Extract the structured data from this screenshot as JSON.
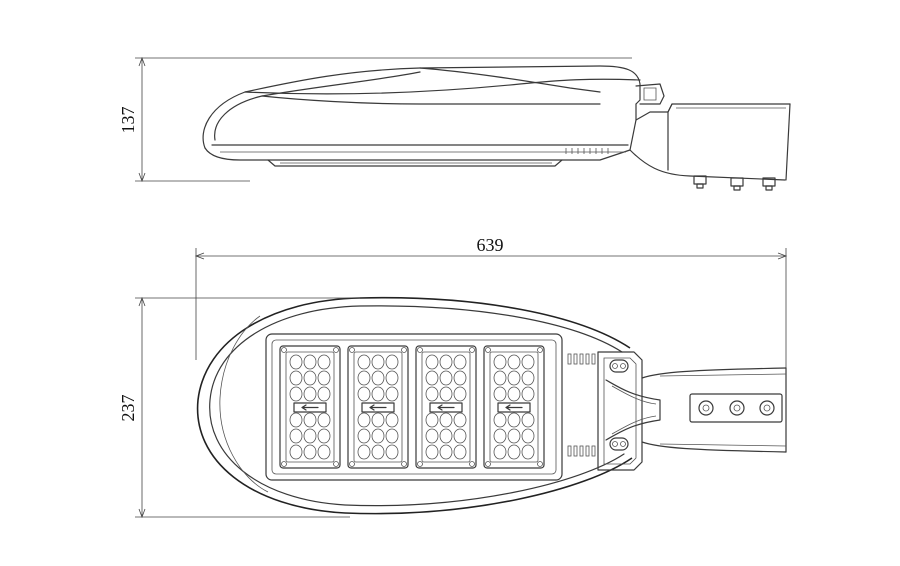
{
  "dimensions": {
    "side_height": "137",
    "overall_length": "639",
    "plan_width": "237"
  },
  "colors": {
    "line": "#3a3a3a",
    "background": "#ffffff"
  }
}
